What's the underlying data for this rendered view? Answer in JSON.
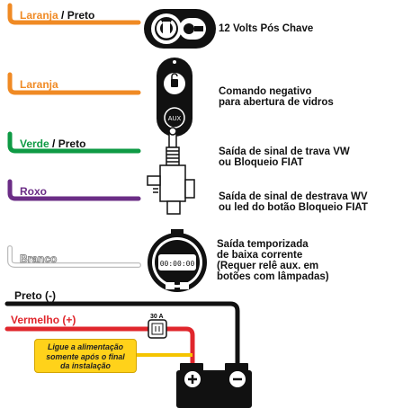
{
  "wires": [
    {
      "primary": "Laranja",
      "separator": " / ",
      "secondary": "Preto",
      "primary_color": "#f08a24",
      "secondary_color": "#111111",
      "description": [
        "12 Volts Pós Chave"
      ]
    },
    {
      "primary": "Laranja",
      "separator": "",
      "secondary": "",
      "primary_color": "#f08a24",
      "secondary_color": "#111111",
      "description": [
        "Comando negativo",
        "para abertura de vidros"
      ]
    },
    {
      "primary": "Verde",
      "separator": " / ",
      "secondary": "Preto",
      "primary_color": "#0e9a44",
      "secondary_color": "#111111",
      "description": [
        "Saída de sinal de trava VW",
        "ou Bloqueio FIAT"
      ]
    },
    {
      "primary": "Roxo",
      "separator": "",
      "secondary": "",
      "primary_color": "#6b2d86",
      "secondary_color": "#111111",
      "description": [
        "Saída de sinal de destrava WV",
        "ou led do botão Bloqueio FIAT"
      ]
    },
    {
      "primary": "Branco",
      "separator": "",
      "secondary": "",
      "primary_color": "#ffffff",
      "secondary_color": "#111111",
      "description": [
        "Saída temporizada",
        "de baixa corrente",
        "(Requer relê aux. em",
        "botões com lâmpadas)"
      ]
    }
  ],
  "power": {
    "negative_label": "Preto (-)",
    "positive_label": "Vermelho (+)",
    "fuse_label": "30 A",
    "remote_button": "AUX",
    "timer_display": "00:00:00",
    "note": [
      "Ligue a alimentação",
      "somente após o final",
      "da instalação"
    ]
  },
  "colors": {
    "red": "#e0262c",
    "black": "#111111",
    "yellow": "#f5c400",
    "note_bg": "#ffd21a"
  }
}
